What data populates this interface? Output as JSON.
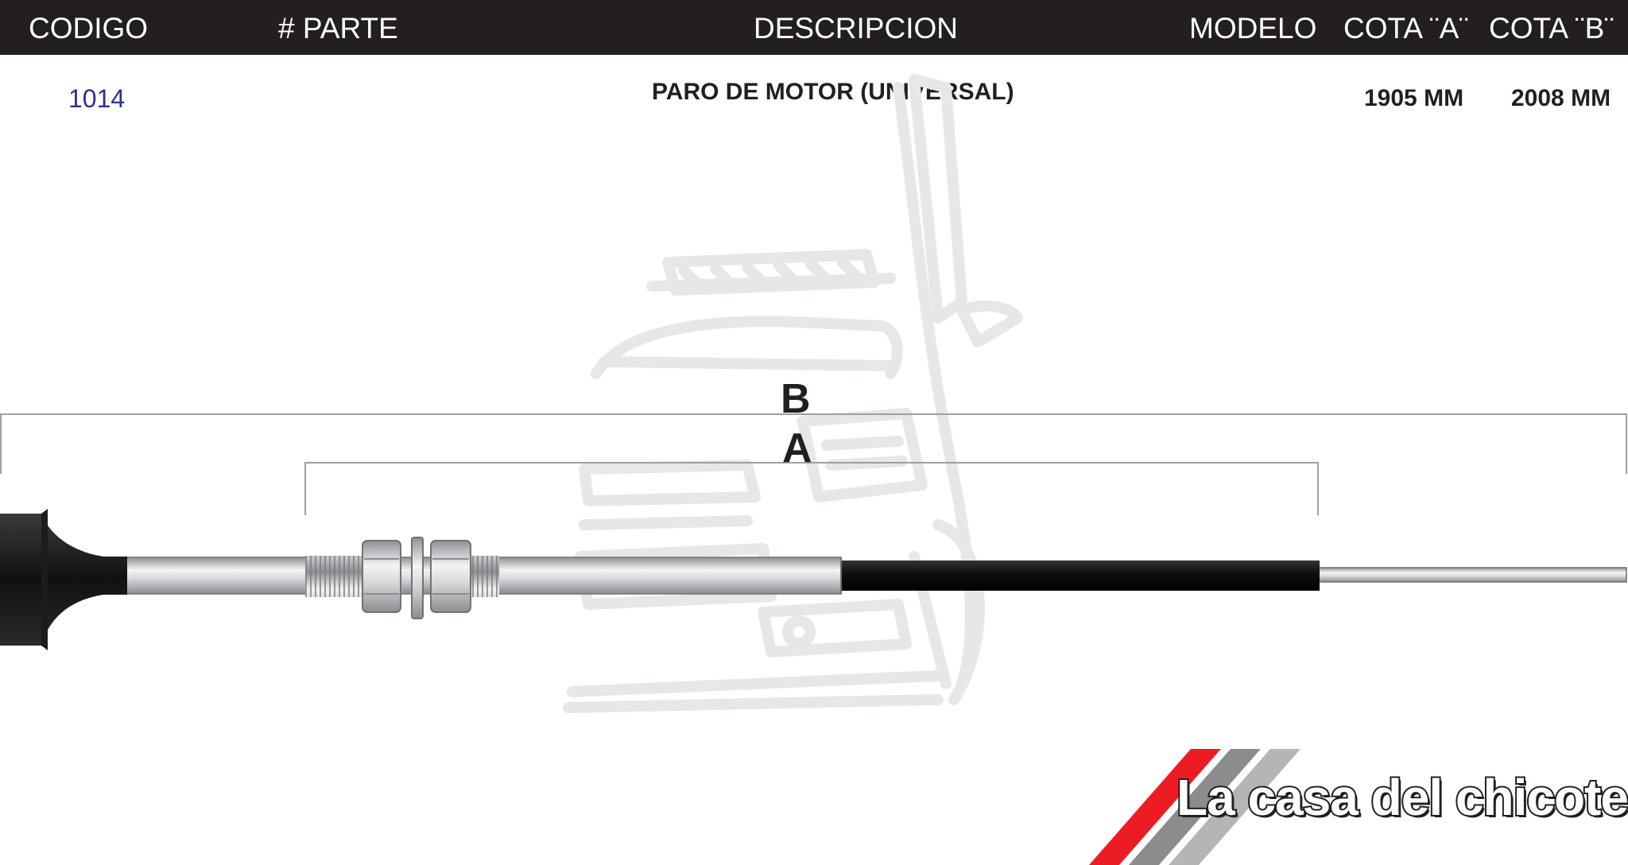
{
  "header": {
    "codigo": "CODIGO",
    "parte": "# PARTE",
    "descripcion": "DESCRIPCION",
    "modelo": "MODELO",
    "cota_a": "COTA ¨A¨",
    "cota_b": "COTA ¨B¨"
  },
  "row": {
    "codigo": "1014",
    "parte": "",
    "descripcion": "PARO DE MOTOR (UNIVERSAL)",
    "modelo": "",
    "cota_a": "1905  MM",
    "cota_b": "2008  MM"
  },
  "drawing": {
    "label_b": "B",
    "label_a": "A"
  },
  "logo": {
    "text": "La casa del chicote",
    "stripe_colors": [
      "#ed1c24",
      "#8a8c8e",
      "#b3b5b7"
    ]
  },
  "colors": {
    "header_bg": "#231f20",
    "codigo_text": "#2e3192",
    "watermark": "#e6e7e8"
  }
}
